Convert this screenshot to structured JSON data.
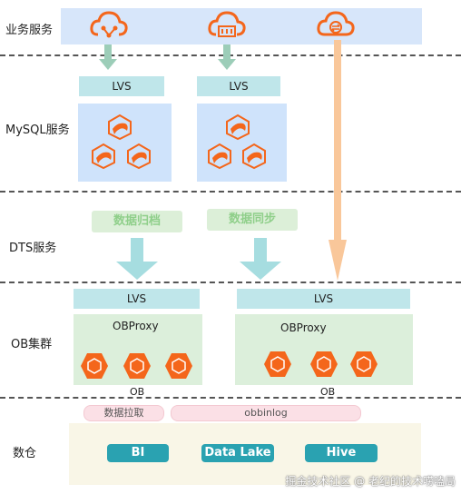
{
  "rows": {
    "business": "业务服务",
    "mysql": "MySQL服务",
    "dts": "DTS服务",
    "ob": "OB集群",
    "warehouse": "数仓"
  },
  "mysql": {
    "lvs_left": "LVS",
    "lvs_right": "LVS"
  },
  "dts": {
    "archive": "数据归档",
    "sync": "数据同步"
  },
  "ob_cluster": {
    "left": {
      "lvs": "LVS",
      "proxy": "OBProxy",
      "label": "OB"
    },
    "right": {
      "lvs": "LVS",
      "proxy": "OBProxy",
      "label": "OB"
    }
  },
  "warehouse": {
    "pull_tag": "数据拉取",
    "binlog_tag": "obbinlog",
    "targets": [
      "BI",
      "Data Lake",
      "Hive"
    ]
  },
  "watermark": "掘金技术社区 @ 老纪的技术唠嗑局",
  "colors": {
    "orange": "#f4661b",
    "teal": "#2aa2b1",
    "arrow_orange": "#f9c79a",
    "arrow_teal": "#a6dde0"
  }
}
